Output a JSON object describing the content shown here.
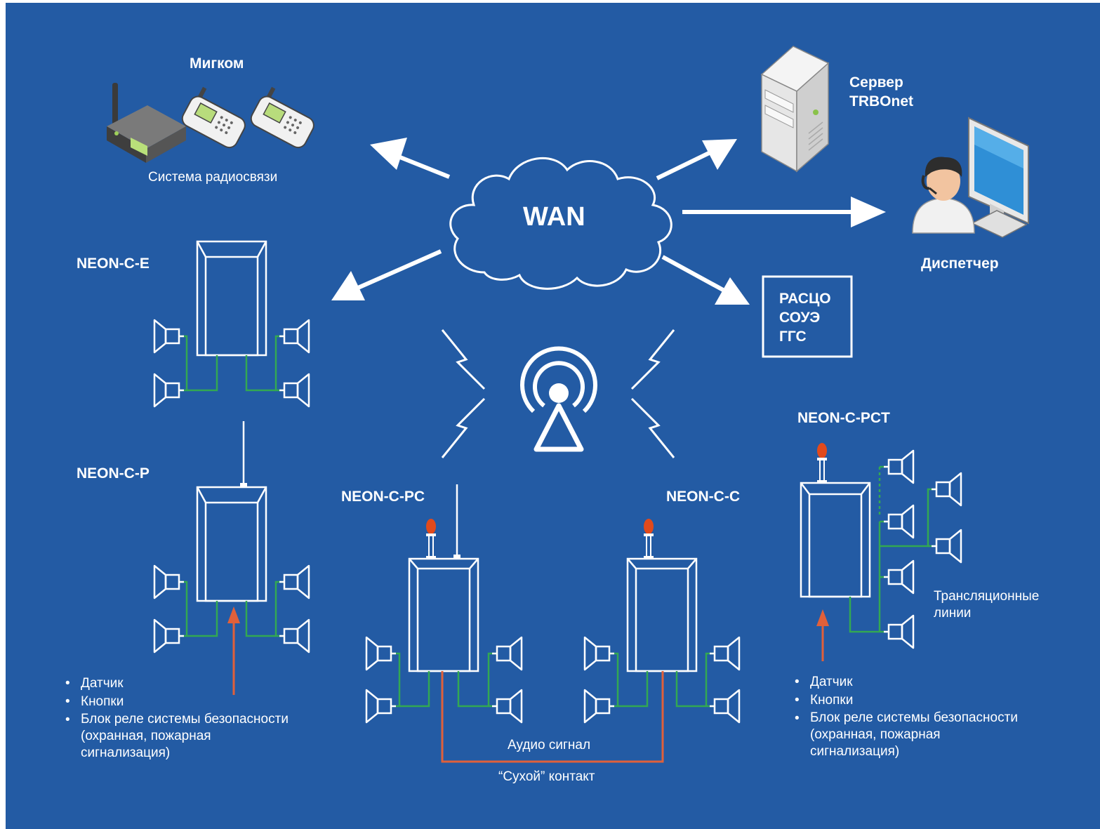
{
  "colors": {
    "background": "#235ba4",
    "wire": "#33a852",
    "signal": "#e0603a",
    "indicator": "#e14a1c"
  },
  "center": {
    "wan": "WAN"
  },
  "radio_system": {
    "title": "Мигком",
    "caption": "Система радиосвязи"
  },
  "server": {
    "line1": "Сервер",
    "line2": "TRBOnet"
  },
  "dispatcher": {
    "label": "Диспетчер"
  },
  "external_system": {
    "lines": [
      "РАСЦО",
      "СОУЭ",
      "ГГС"
    ]
  },
  "devices": {
    "neon_c_e": "NEON-C-E",
    "neon_c_p": "NEON-C-P",
    "neon_c_pc": "NEON-C-PC",
    "neon_c_c": "NEON-C-C",
    "neon_c_pct": "NEON-C-PCT"
  },
  "inputs_left": [
    "Датчик",
    "Кнопки",
    "Блок реле системы безопасности",
    "(охранная, пожарная",
    "сигнализация)"
  ],
  "inputs_right": [
    "Датчик",
    "Кнопки",
    "Блок реле системы безопасности",
    "(охранная, пожарная",
    "сигнализация)"
  ],
  "links": {
    "audio": "Аудио сигнал",
    "dry_contact": "“Сухой” контакт"
  },
  "broadcast": {
    "line1": "Трансляционные",
    "line2": "линии"
  },
  "icons": [
    "router-icon",
    "walkie-talkie-icon",
    "server-icon",
    "operator-icon",
    "monitor-icon",
    "radio-tower-icon",
    "lightning-icon",
    "speaker-icon",
    "cabinet-icon",
    "beacon-lamp-icon",
    "cloud-icon",
    "arrow-icon"
  ]
}
